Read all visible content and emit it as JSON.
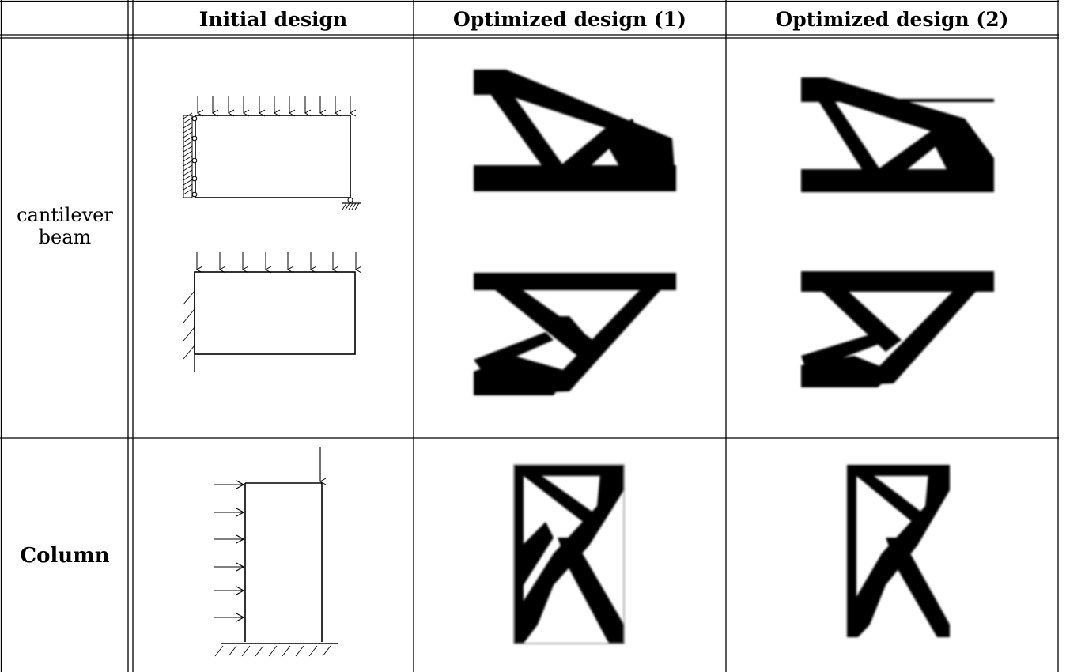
{
  "table": {
    "columns": [
      "",
      "Initial design",
      "Optimized design (1)",
      "Optimized design (2)"
    ],
    "rows": [
      {
        "label_line1": "cantilever",
        "label_line2": "beam"
      },
      {
        "label": "Column"
      }
    ]
  }
}
